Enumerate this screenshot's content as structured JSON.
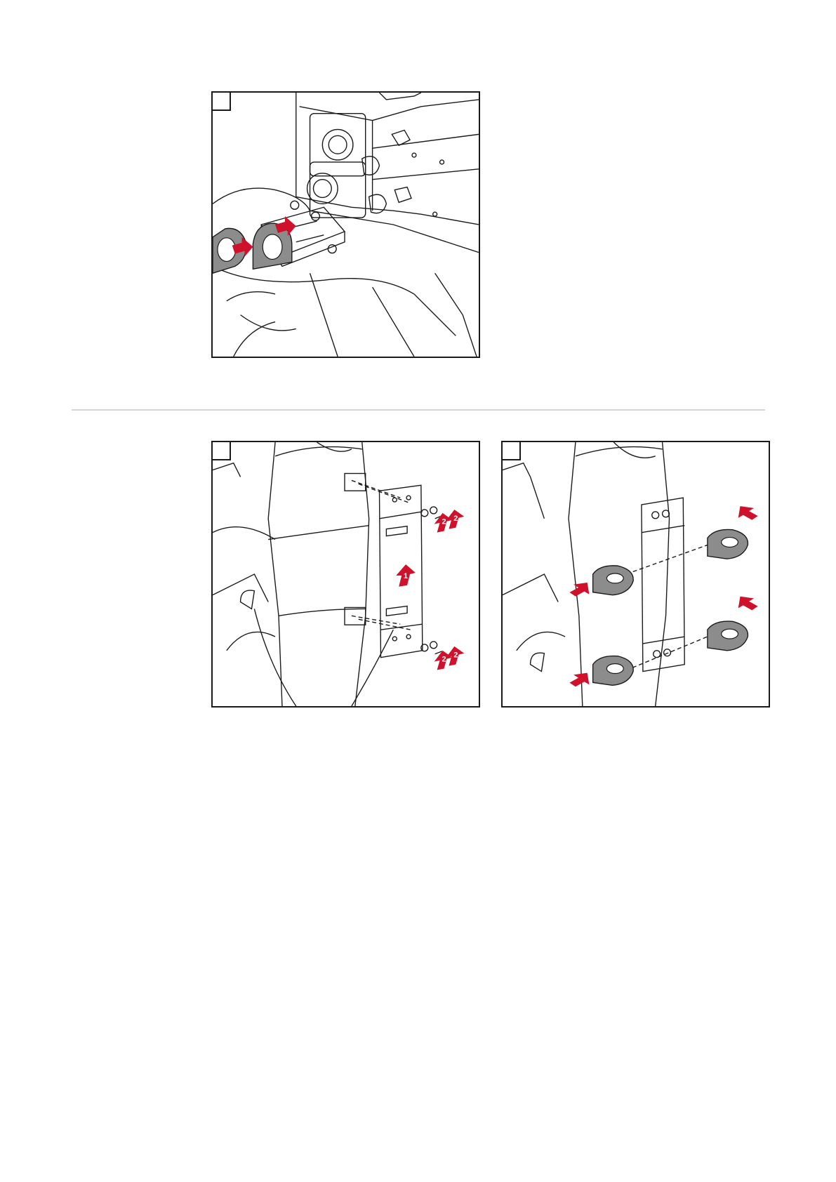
{
  "figures": [
    {
      "name": "figure-mount-strain-relief-holders",
      "step_label": "",
      "arrow_callouts": []
    },
    {
      "name": "figure-mount-bracket-plates",
      "step_label": "",
      "arrow_callouts": [
        "1",
        "2",
        "2",
        "2",
        "2"
      ]
    },
    {
      "name": "figure-attach-holders",
      "step_label": "",
      "arrow_callouts": []
    }
  ],
  "colors": {
    "arrow_red": "#d0112b",
    "line": "#1a1a1a",
    "divider": "#d4d4d4",
    "part_gray": "#8c8c8c"
  },
  "icons": [
    "red-arrow-icon"
  ]
}
